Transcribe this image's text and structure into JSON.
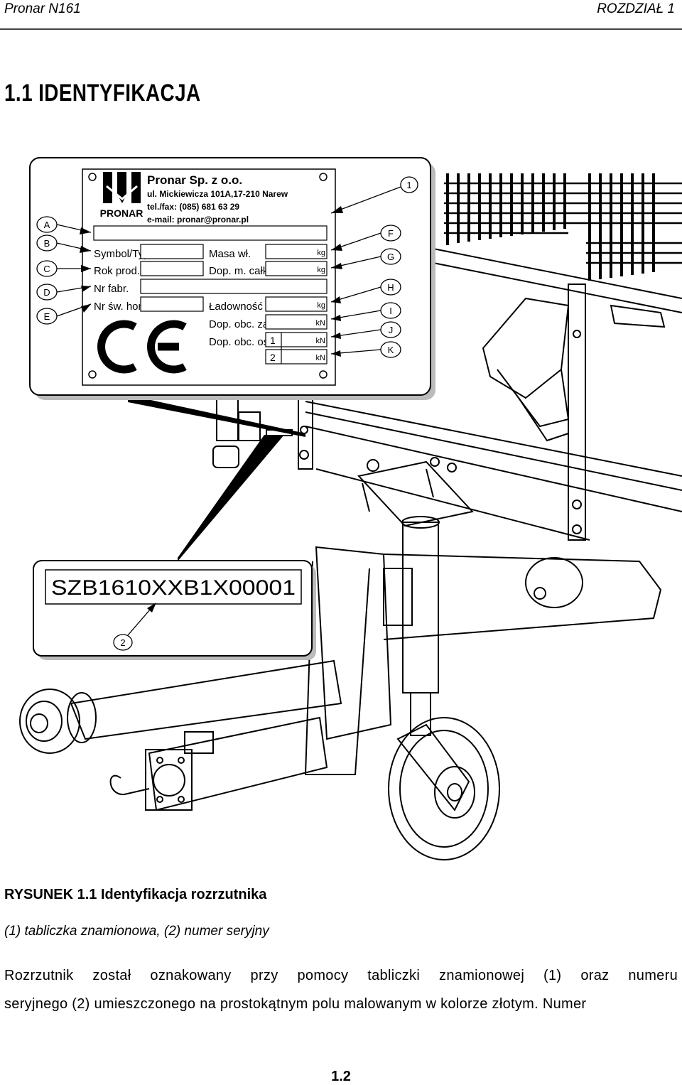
{
  "header": {
    "left": "Pronar N161",
    "right": "ROZDZIAŁ 1"
  },
  "title": "1.1 IDENTYFIKACJA",
  "plate": {
    "company": "Pronar Sp. z o.o.",
    "address": "ul. Mickiewicza 101A,17-210 Narew",
    "telfax": "tel./fax: (085) 681 63 29",
    "email": "e-mail: pronar@pronar.pl",
    "logo_text": "PRONAR",
    "left_fields": [
      "Symbol/Typ",
      "Rok prod.",
      "Nr fabr.",
      "Nr św. hom."
    ],
    "right_fields": [
      "Masa wł.",
      "Dop. m. całk.",
      "Ładowność",
      "Dop. obc. zacz.",
      "Dop. obc. osi"
    ],
    "axle_numbers": [
      "1",
      "2"
    ],
    "units": [
      "kg",
      "kg",
      "kg",
      "kN",
      "kN",
      "kN"
    ],
    "ce_mark": "CE"
  },
  "callouts_left": [
    "A",
    "B",
    "C",
    "D",
    "E"
  ],
  "callouts_right": [
    "F",
    "G",
    "H",
    "I",
    "J",
    "K"
  ],
  "callout_plate": "1",
  "serial": {
    "number": "SZB1610XXB1X00001",
    "callout": "2"
  },
  "caption": {
    "label": "RYSUNEK 1.1 Identyfikacja rozrzutnika",
    "legend": "(1) tabliczka znamionowa, (2) numer seryjny"
  },
  "body": {
    "line1": "Rozrzutnik został oznakowany przy pomocy tabliczki znamionowej (1) oraz numeru",
    "line2": "seryjnego (2) umieszczonego na prostokątnym polu malowanym w kolorze złotym. Numer"
  },
  "page_number": "1.2"
}
